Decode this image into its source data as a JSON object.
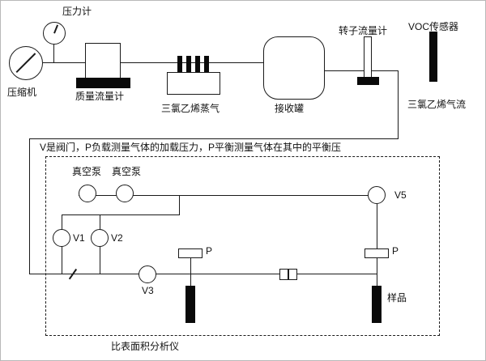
{
  "top_row": {
    "pressure_gauge": "压力计",
    "compressor": "压缩机",
    "mass_flow_meter": "质量流量计",
    "tce_vapor": "三氯乙烯蒸气",
    "receiver_tank": "接收罐",
    "rotameter": "转子流量计",
    "voc_sensor": "VOC传感器",
    "tce_gas_stream": "三氯乙烯气流"
  },
  "note": "V是阀门，P负载测量气体的加载压力，P平衡测量气体在其中的平衡压",
  "analyzer": {
    "vacuum_pump_left": "真空泵",
    "vacuum_pump_right": "真空泵",
    "v1": "V1",
    "v2": "V2",
    "v3": "V3",
    "v5": "V5",
    "p_left": "P",
    "p_right": "P",
    "sample": "样品",
    "name": "比表面积分析仪"
  }
}
